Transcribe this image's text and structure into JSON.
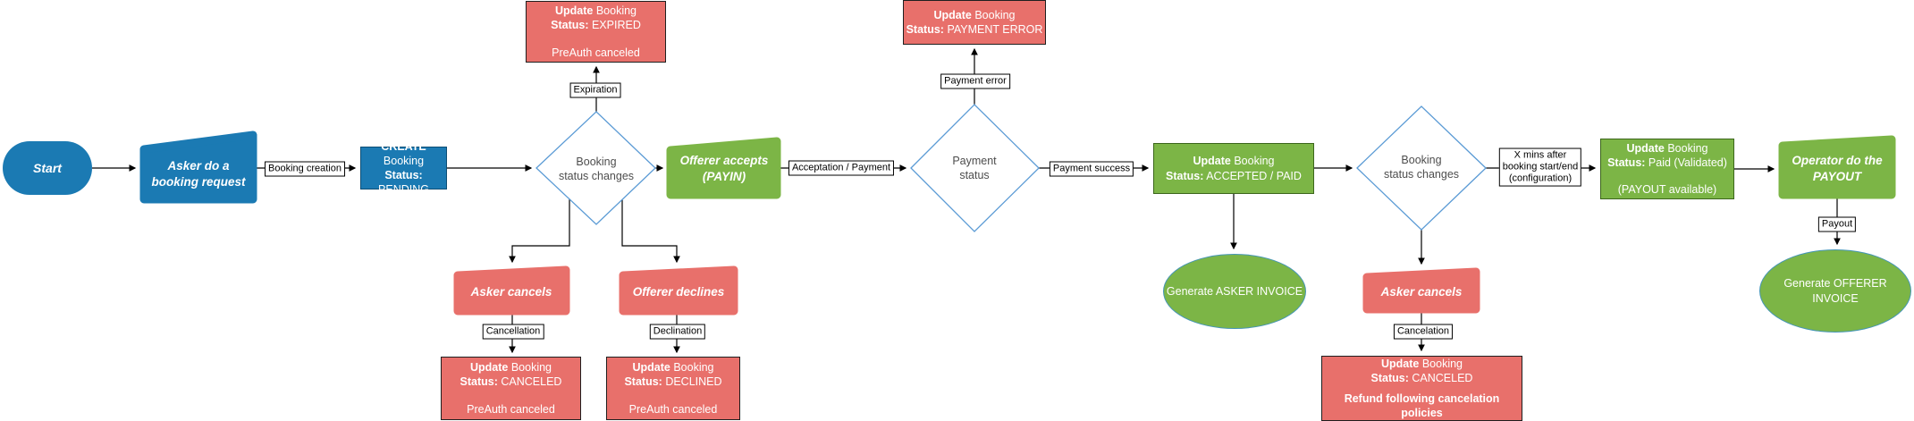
{
  "colors": {
    "node_blue": "#1b7ab3",
    "node_blue_border": "#0d4e75",
    "node_red": "#e8706b",
    "node_green": "#7cb546",
    "green_border": "#3c661c",
    "diamond_border": "#5b9bd5",
    "ellipse_border": "#4596b5",
    "connector": "#000000"
  },
  "nodes": {
    "start": {
      "label": "Start"
    },
    "asker_request": {
      "line1": "Asker do a",
      "line2": "booking request"
    },
    "create_pending": {
      "l1b": "CREATE",
      "l1r": " Booking",
      "l2b": "Status:",
      "l2r": " PENDING"
    },
    "diamond1": {
      "line1": "Booking",
      "line2": "status changes"
    },
    "expired": {
      "l1b": "Update",
      "l1r": " Booking",
      "l2b": "Status:",
      "l2r": " EXPIRED",
      "l3": "PreAuth canceled"
    },
    "asker_cancels1": {
      "label": "Asker cancels"
    },
    "offerer_declines": {
      "label": "Offerer declines"
    },
    "canceled1": {
      "l1b": "Update",
      "l1r": " Booking",
      "l2b": "Status:",
      "l2r": " CANCELED",
      "l3": "PreAuth canceled"
    },
    "declined": {
      "l1b": "Update",
      "l1r": " Booking",
      "l2b": "Status:",
      "l2r": " DECLINED",
      "l3": "PreAuth canceled"
    },
    "offerer_accepts": {
      "line1": "Offerer accepts",
      "line2": "(PAYIN)"
    },
    "diamond2": {
      "line1": "Payment",
      "line2": "status"
    },
    "payment_error": {
      "l1b": "Update",
      "l1r": " Booking",
      "l2b": "Status:",
      "l2r": " PAYMENT ERROR"
    },
    "accepted_paid": {
      "l1b": "Update",
      "l1r": " Booking",
      "l2b": "Status:",
      "l2r": " ACCEPTED / PAID"
    },
    "asker_invoice": {
      "label": "Generate ASKER INVOICE"
    },
    "diamond3": {
      "line1": "Booking",
      "line2": "status changes"
    },
    "asker_cancels2": {
      "label": "Asker cancels"
    },
    "canceled2": {
      "l1b": "Update",
      "l1r": " Booking",
      "l2b": "Status:",
      "l2r": " CANCELED",
      "l3": "Refund following cancelation policies"
    },
    "paid_validated": {
      "l1b": "Update",
      "l1r": " Booking",
      "l2b": "Status:",
      "l2r": " Paid (Validated)",
      "l3": "(PAYOUT available)"
    },
    "operator_payout": {
      "line1": "Operator do the",
      "line2": "PAYOUT"
    },
    "offerer_invoice": {
      "label": "Generate OFFERER INVOICE"
    }
  },
  "edge_labels": {
    "booking_creation": "Booking creation",
    "expiration": "Expiration",
    "cancellation": "Cancellation",
    "declination": "Declination",
    "acceptation_payment": "Acceptation / Payment",
    "payment_error": "Payment error",
    "payment_success": "Payment success",
    "x_mins": {
      "line1": "X mins after",
      "line2": "booking start/end",
      "line3": "(configuration)"
    },
    "cancelation": "Cancelation",
    "payout": "Payout"
  }
}
